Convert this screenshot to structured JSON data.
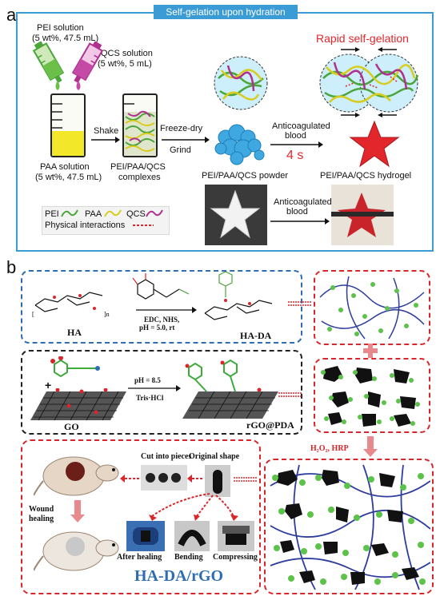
{
  "panel_a": {
    "label": "a",
    "header": "Self-gelation upon hydration",
    "pei_solution": "PEI solution",
    "pei_conc": "(5 wt%, 47.5 mL)",
    "qcs_solution": "QCS solution",
    "qcs_conc": "(5 wt%, 5 mL)",
    "shake": "Shake",
    "paa_solution": "PAA solution",
    "paa_conc": "(5 wt%, 47.5 mL)",
    "complexes_1": "PEI/PAA/QCS",
    "complexes_2": "complexes",
    "freeze_dry": "Freeze-dry",
    "grind": "Grind",
    "powder": "PEI/PAA/QCS powder",
    "anticoag_1": "Anticoagulated",
    "anticoag_2": "blood",
    "time": "4 s",
    "rapid": "Rapid self-gelation",
    "hydrogel": "PEI/PAA/QCS hydrogel",
    "anticoag_photo_1": "Anticoagulated",
    "anticoag_photo_2": "blood",
    "legend": {
      "pei": "PEI",
      "paa": "PAA",
      "qcs": "QCS",
      "physical": "Physical interactions"
    }
  },
  "panel_b": {
    "label": "b",
    "ha": "HA",
    "ha_da": "HA-DA",
    "reagents_1": "EDC, NHS,",
    "reagents_2": "pH = 5.0, rt",
    "go": "GO",
    "rgo_pda": "rGO@PDA",
    "ph": "pH = 8.5",
    "tris": "Tris·HCl",
    "h2o2": "H₂O₂, HRP",
    "cut": "Cut into pieces",
    "original": "Original shape",
    "wound_1": "Wound",
    "wound_2": "healing",
    "after_healing": "After healing",
    "bending": "Bending",
    "compressing": "Compressing",
    "composite": "HA-DA/rGO"
  },
  "colors": {
    "blue_frame": "#3a9bd5",
    "red_title": "#e3262b",
    "pei_green": "#4aa53a",
    "paa_yellow": "#d8cc1e",
    "qcs_magenta": "#b0308f",
    "dash_blue": "#2e6db4",
    "dash_red": "#d8262b",
    "hex_green": "#5cc24a"
  }
}
